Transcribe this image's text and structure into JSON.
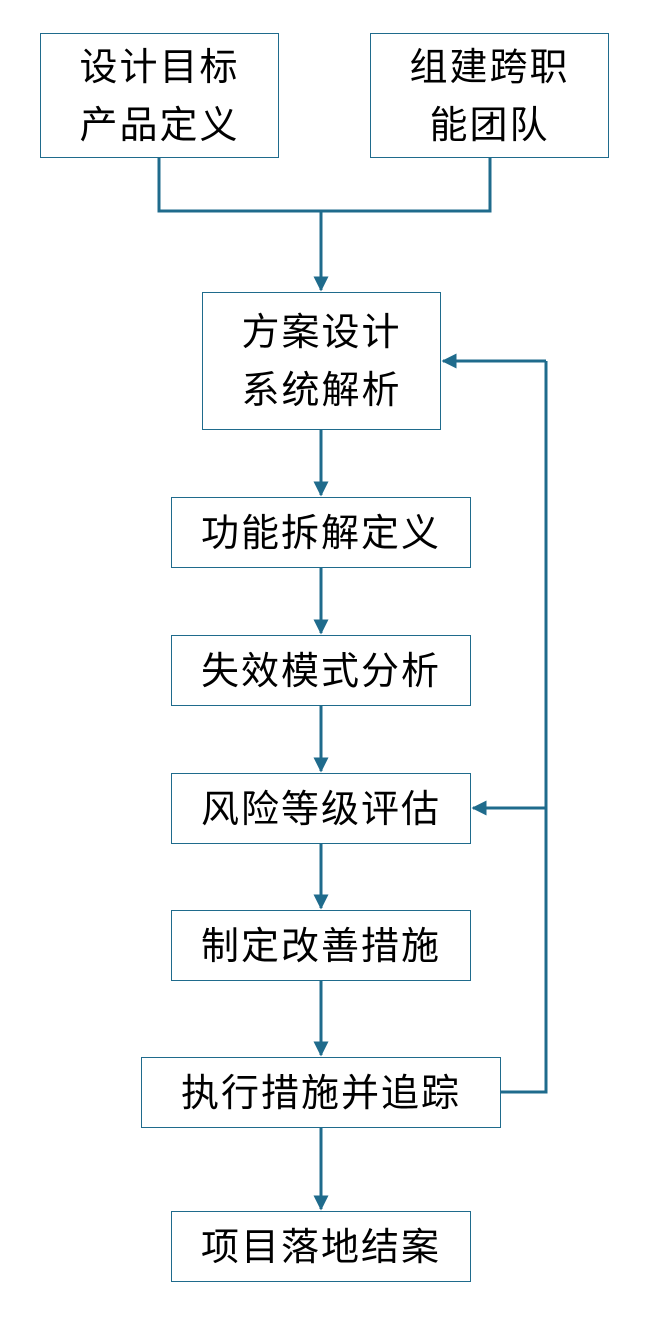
{
  "colors": {
    "stroke": "#1f6b8c",
    "text": "#000000",
    "background": "#ffffff"
  },
  "nodes": {
    "design_goal": {
      "line1": "设计目标",
      "line2": "产品定义"
    },
    "build_team": {
      "line1": "组建跨职",
      "line2": "能团队"
    },
    "scheme_design": {
      "line1": "方案设计",
      "line2": "系统解析"
    },
    "function_breakdown": {
      "label": "功能拆解定义"
    },
    "failure_mode": {
      "label": "失效模式分析"
    },
    "risk_assessment": {
      "label": "风险等级评估"
    },
    "improvement_plan": {
      "label": "制定改善措施"
    },
    "execute_track": {
      "label": "执行措施并追踪"
    },
    "project_close": {
      "label": "项目落地结案"
    }
  }
}
